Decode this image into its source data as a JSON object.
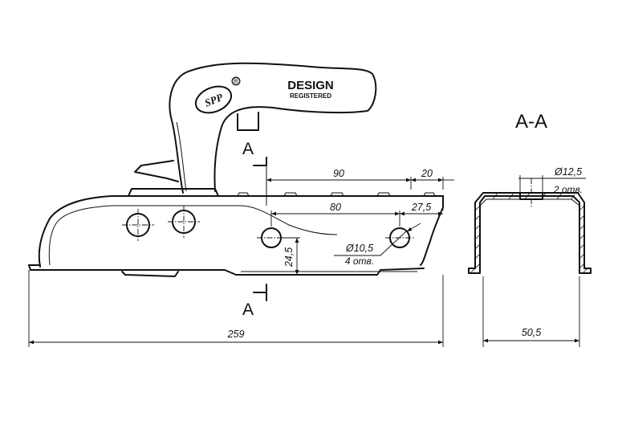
{
  "branding": {
    "logo_text": "SPP",
    "registered_mark": "®",
    "design_title": "DESIGN",
    "design_subtitle": "REGISTERED"
  },
  "section": {
    "title": "A-A",
    "cut_label_top": "A",
    "cut_label_bottom": "A"
  },
  "dimensions": {
    "total_length": "259",
    "hole_spacing_top": "90",
    "end_offset_top": "20",
    "hole_spacing": "80",
    "end_offset": "27,5",
    "hole_height": "24,5",
    "hole_diameter": "Ø10,5",
    "hole_count": "4 отв.",
    "section_hole_diameter": "Ø12,5",
    "section_hole_count": "2 отв.",
    "section_width": "50,5"
  }
}
